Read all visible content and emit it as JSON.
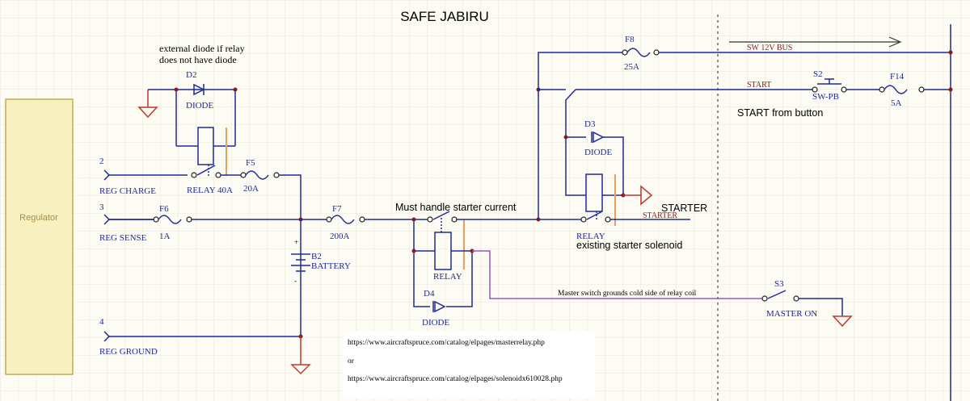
{
  "title": "SAFE JABIRU",
  "regulator": {
    "label": "Regulator",
    "pins": [
      {
        "number": "2",
        "name": "REG CHARGE"
      },
      {
        "number": "3",
        "name": "REG SENSE"
      },
      {
        "number": "4",
        "name": "REG GROUND"
      }
    ]
  },
  "components": {
    "d2": {
      "ref": "D2",
      "value": "DIODE"
    },
    "d3": {
      "ref": "D3",
      "value": "DIODE"
    },
    "d4": {
      "ref": "D4",
      "value": "DIODE"
    },
    "relay_charge": {
      "label": "RELAY 40A"
    },
    "relay_master": {
      "label": "RELAY"
    },
    "relay_starter": {
      "label": "RELAY"
    },
    "f5": {
      "ref": "F5",
      "value": "20A"
    },
    "f6": {
      "ref": "F6",
      "value": "1A"
    },
    "f7": {
      "ref": "F7",
      "value": "200A"
    },
    "f8": {
      "ref": "F8",
      "value": "25A"
    },
    "f14": {
      "ref": "F14",
      "value": "5A"
    },
    "b2": {
      "ref": "B2",
      "value": "BATTERY"
    },
    "s2": {
      "ref": "S2",
      "value": "SW-PB"
    },
    "s3": {
      "ref": "S3",
      "value": "MASTER ON"
    }
  },
  "nets": {
    "sw_bus": "SW 12V BUS",
    "start": "START",
    "starter": "STARTER"
  },
  "notes": {
    "diode_note_line1": "external diode if relay",
    "diode_note_line2": "does not have diode",
    "starter_current": "Must handle starter current",
    "starter_out": "STARTER",
    "existing_solenoid": "existing starter solenoid",
    "start_button": "START  from button",
    "master_ground": "Master switch grounds cold side of relay coil"
  },
  "links": {
    "url1": "https://www.aircraftspruce.com/catalog/elpages/masterrelay.php",
    "or": "or",
    "url2": "https://www.aircraftspruce.com/catalog/elpages/solenoidx610028.php"
  }
}
